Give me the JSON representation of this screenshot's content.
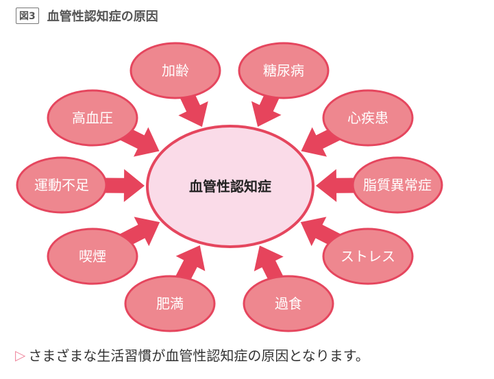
{
  "header": {
    "figure_label": "図3",
    "title": "血管性認知症の原因"
  },
  "diagram": {
    "center": "血管性認知症",
    "causes": [
      "加齢",
      "糖尿病",
      "高血圧",
      "心疾患",
      "運動不足",
      "脂質異常症",
      "喫煙",
      "ストレス",
      "肥満",
      "過食"
    ]
  },
  "caption": {
    "marker_icon": "triangle-right-outline-icon",
    "text": "さまざまな生活習慣が血管性認知症の原因となります。"
  },
  "colors": {
    "outer_fill": "#ee878f",
    "stroke": "#e5465e",
    "arrow": "#e6445c",
    "center_fill": "#fadbe8"
  }
}
